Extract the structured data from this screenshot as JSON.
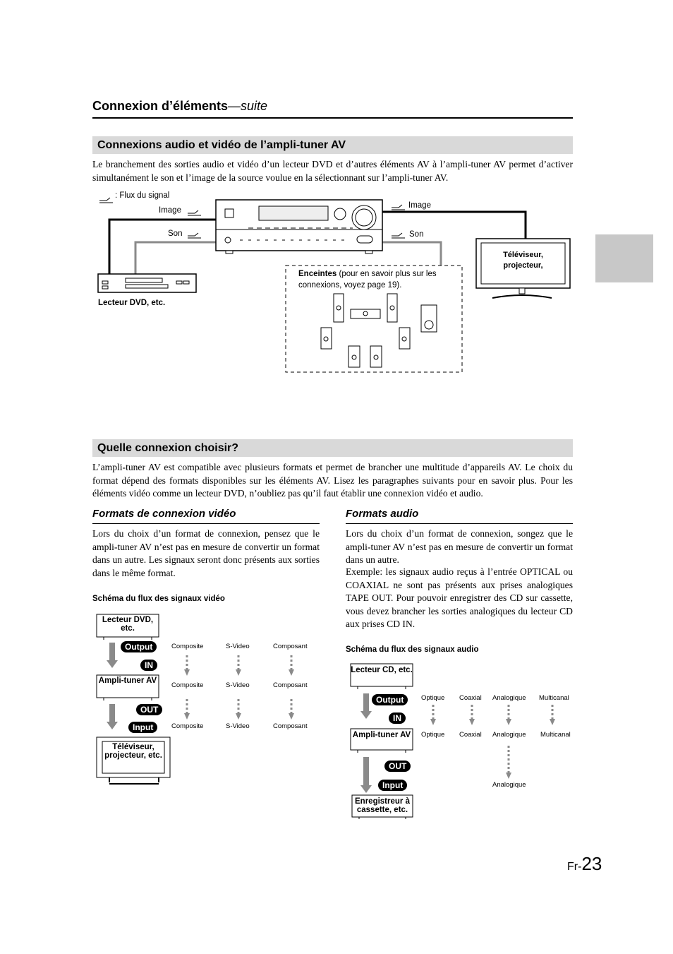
{
  "header": {
    "title": "Connexion d’éléments",
    "suffix": "—suite"
  },
  "section1": {
    "title": "Connexions audio et vidéo de l’ampli-tuner AV",
    "body": "Le branchement des sorties audio et vidéo d’un lecteur DVD et d’autres éléments AV à l’ampli-tuner AV permet d’activer simultanément le son et l’image de la source voulue en la sélectionnant sur l’ampli-tuner AV."
  },
  "diagram1": {
    "legend": ": Flux du signal",
    "image_left": "Image",
    "son_left": "Son",
    "image_right": "Image",
    "son_right": "Son",
    "tv_label_1": "Téléviseur,",
    "tv_label_2": "projecteur,",
    "dvd_label": "Lecteur DVD, etc.",
    "speakers_bold": "Enceintes",
    "speakers_rest": " (pour en savoir plus sur les connexions, voyez page 19)."
  },
  "section2": {
    "title": "Quelle connexion choisir?",
    "body": "L’ampli-tuner AV est compatible avec plusieurs formats et permet de brancher une multitude d’appareils AV. Le choix du format dépend des formats disponibles sur les éléments AV. Lisez les paragraphes suivants pour en savoir plus. Pour les éléments vidéo comme un lecteur DVD, n’oubliez pas qu’il faut établir une connexion vidéo et audio."
  },
  "video": {
    "heading": "Formats de connexion vidéo",
    "body": "Lors du choix d’un format de connexion, pensez que le ampli-tuner AV n’est pas en mesure de convertir un format dans un autre. Les signaux seront donc présents aux sorties dans le même format.",
    "schema_title": "Schéma du flux des signaux vidéo",
    "box1": "Lecteur DVD, etc.",
    "box2": "Ampli-tuner AV",
    "box3": "Téléviseur, projecteur, etc.",
    "pill_output": "Output",
    "pill_in": "IN",
    "pill_out": "OUT",
    "pill_input": "Input",
    "formats": [
      "Composite",
      "S-Video",
      "Composant"
    ]
  },
  "audio": {
    "heading": "Formats audio",
    "body1": "Lors du choix d’un format de connexion, songez que le ampli-tuner AV n’est pas en mesure de convertir un format dans un autre.",
    "body2": "Exemple: les signaux audio reçus à l’entrée OPTICAL ou COAXIAL ne sont pas présents aux prises analogiques TAPE OUT. Pour pouvoir enregistrer des CD sur cassette, vous devez brancher les sorties analogiques du lecteur CD aux prises CD IN.",
    "schema_title": "Schéma du flux des signaux audio",
    "box1": "Lecteur CD, etc.",
    "box2": "Ampli-tuner AV",
    "box3": "Enregistreur à cassette, etc.",
    "pill_output": "Output",
    "pill_in": "IN",
    "pill_out": "OUT",
    "pill_input": "Input",
    "formats": [
      "Optique",
      "Coaxial",
      "Analogique",
      "Multicanal"
    ],
    "analog_out": "Analogique"
  },
  "footer": {
    "prefix": "Fr-",
    "page": "23"
  }
}
